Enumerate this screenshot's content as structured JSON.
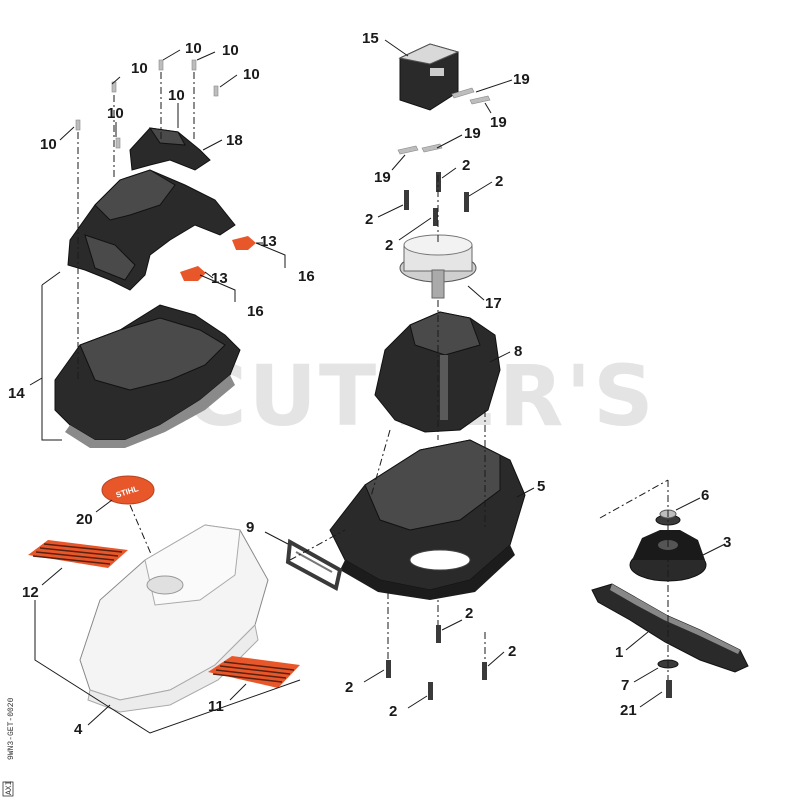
{
  "watermark": "CUTTER'S",
  "doc_id": "9WN3-GET-0020",
  "doc_code": "AXI",
  "labels": {
    "l10a": "10",
    "l10b": "10",
    "l10c": "10",
    "l10d": "10",
    "l10e": "10",
    "l10f": "10",
    "l10g": "10",
    "l18": "18",
    "l13a": "13",
    "l13b": "13",
    "l16a": "16",
    "l16b": "16",
    "l14": "14",
    "l15": "15",
    "l19a": "19",
    "l19b": "19",
    "l19c": "19",
    "l19d": "19",
    "l2a": "2",
    "l2b": "2",
    "l2c": "2",
    "l2d": "2",
    "l2e": "2",
    "l2f": "2",
    "l2g": "2",
    "l2h": "2",
    "l17": "17",
    "l8": "8",
    "l5": "5",
    "l9": "9",
    "l20": "20",
    "l12": "12",
    "l4": "4",
    "l11": "11",
    "l6": "6",
    "l3": "3",
    "l1": "1",
    "l7": "7",
    "l21": "21"
  },
  "badge_text": "STIHL",
  "colors": {
    "accent_orange": "#e8572a",
    "part_dark": "#2a2a2a",
    "watermark": "#cfcfcf"
  }
}
